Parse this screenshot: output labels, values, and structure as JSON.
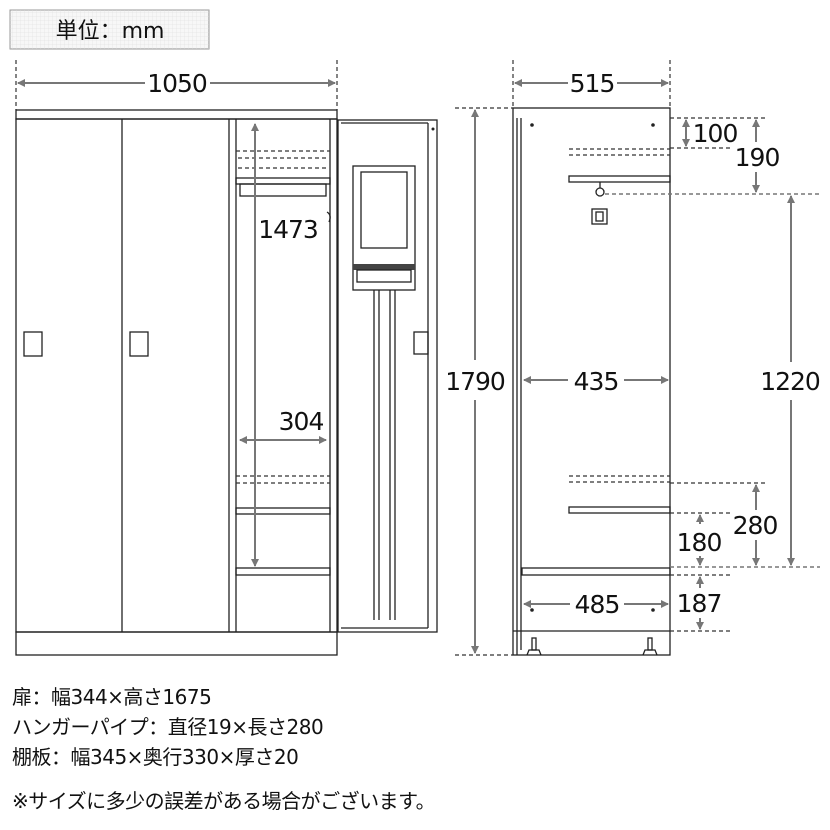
{
  "unit_label": "単位：mm",
  "front_view": {
    "width": "1050",
    "inner_height": "1473",
    "inner_width": "304"
  },
  "side_view": {
    "depth": "515",
    "height": "1790",
    "inner_depth": "435",
    "top_to_shelf": "100",
    "top_to_pipe": "190",
    "pipe_to_bottom": "1220",
    "shelf_spacing": "280",
    "lower_shelf_height": "180",
    "base_height": "187",
    "base_depth": "485"
  },
  "specs": [
    "扉：幅344×高さ1675",
    "ハンガーパイプ：直径19×長さ280",
    "棚板：幅345×奥行330×厚さ20"
  ],
  "disclaimer": "※サイズに多少の誤差がある場合がございます。"
}
